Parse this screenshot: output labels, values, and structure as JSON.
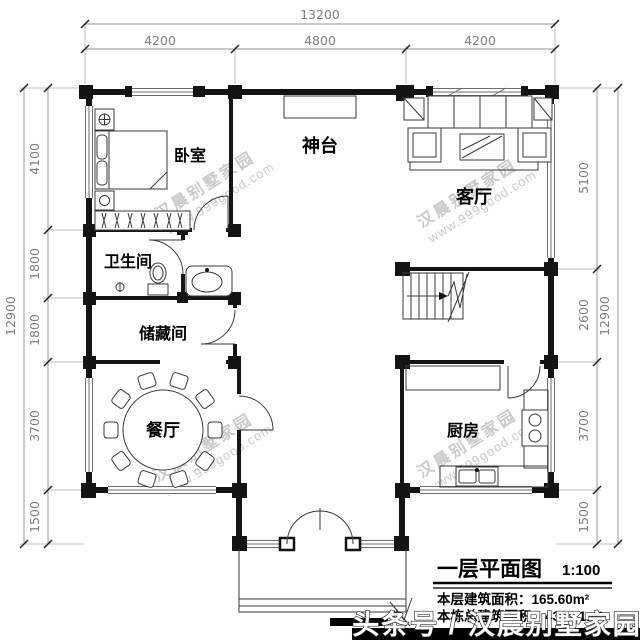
{
  "dimensions": {
    "top": {
      "total": "13200",
      "seg1": "4200",
      "seg2": "4800",
      "seg3": "4200"
    },
    "left": {
      "total": "12900",
      "seg1": "4100",
      "seg2": "1800",
      "seg3": "1800",
      "seg4": "3700",
      "seg5": "1500"
    },
    "right": {
      "total": "12900",
      "seg1": "5100",
      "seg2": "2600",
      "seg3": "3700",
      "seg4": "1500"
    }
  },
  "rooms": {
    "bedroom": "卧室",
    "altar": "神台",
    "living": "客厅",
    "bathroom": "卫生间",
    "storage": "储藏间",
    "dining": "餐厅",
    "kitchen": "厨房"
  },
  "watermark": {
    "line1": "汉晨别墅家园",
    "line2": "www.999good.com"
  },
  "title_block": {
    "title": "一层平面图",
    "scale": "1:100",
    "area_floor": "本层建筑面积：165.60m²",
    "area_total": "本栋总建筑面积：434.41m²"
  },
  "banner": {
    "text": "头条号 / 汉晨别墅家园"
  },
  "colors": {
    "linework": "#141414",
    "dimension_text": "#7d7d7d",
    "watermark": "#c9c9c9",
    "banner_bg": "#000000"
  }
}
